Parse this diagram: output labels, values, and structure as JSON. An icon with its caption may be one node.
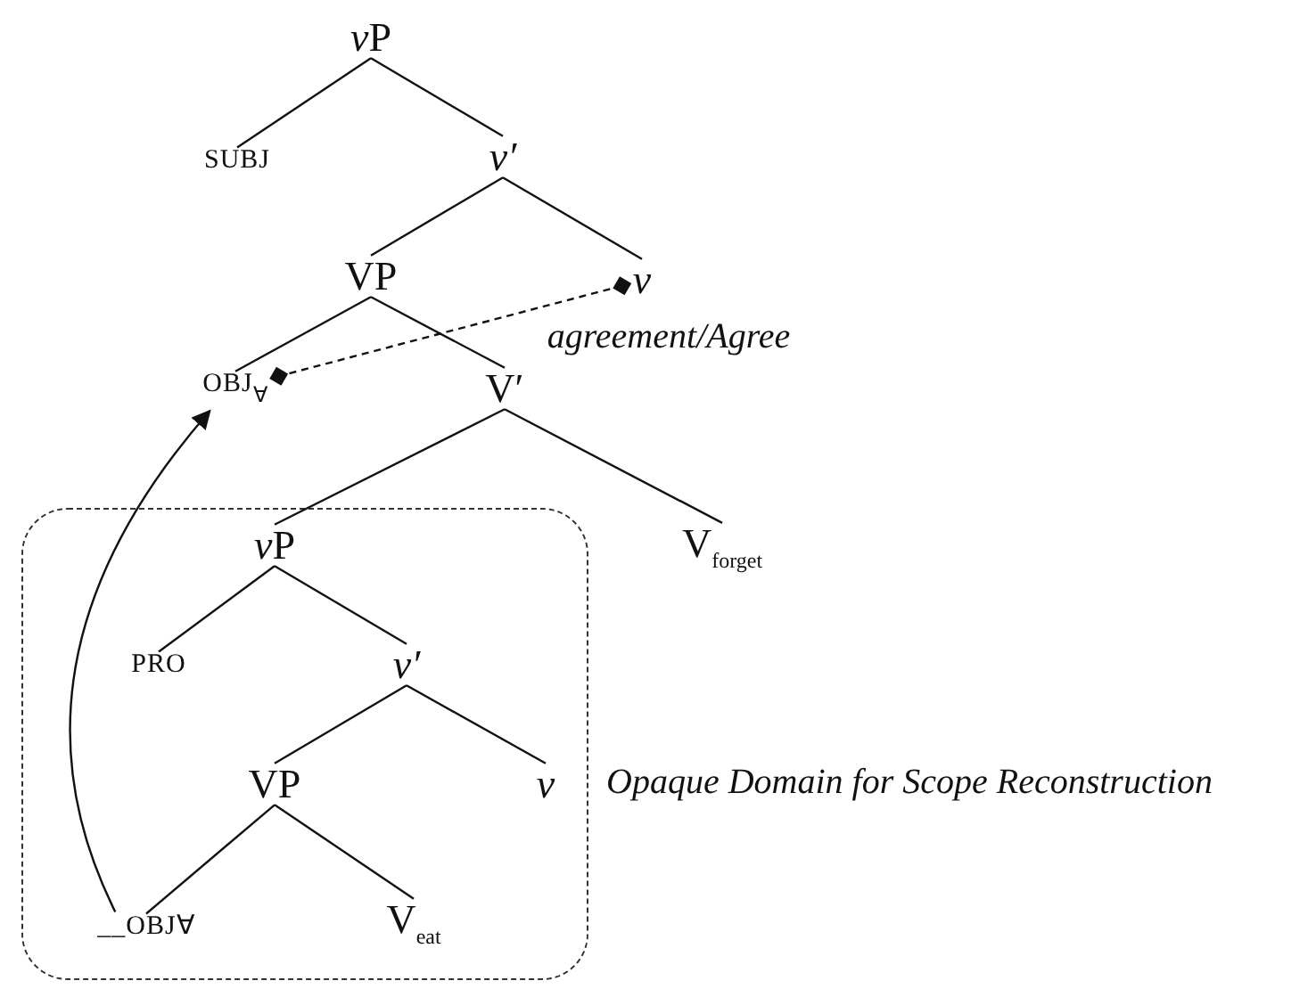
{
  "diagram": {
    "nodes": [
      {
        "text": [
          "vP"
        ]
      },
      {
        "text": [
          "SUBJ"
        ]
      },
      {
        "text": [
          "v′"
        ]
      },
      {
        "text": [
          "VP"
        ]
      },
      {
        "text": [
          "v"
        ]
      },
      {
        "text": [
          "OBJ$_{∀}$"
        ]
      },
      {
        "text": [
          "V′"
        ]
      },
      {
        "text": [
          "V$_{forget}$"
        ]
      },
      {
        "text": [
          "Opaque Domain for Scope Reconstruction"
        ]
      },
      {
        "text": [
          "vP"
        ],
        "in": 8
      },
      {
        "text": [
          "PRO"
        ],
        "in": 8
      },
      {
        "text": [
          "v′"
        ],
        "in": 8
      },
      {
        "text": [
          "VP"
        ],
        "in": 8
      },
      {
        "text": [
          "v"
        ],
        "in": 8
      },
      {
        "text": [
          "__OBJ∀"
        ],
        "in": 8
      },
      {
        "text": [
          "V$_{eat}$"
        ],
        "in": 8
      }
    ],
    "edges": [
      {
        "from": 0,
        "to": 1,
        "arrow": "none"
      },
      {
        "from": 0,
        "to": 2,
        "arrow": "none"
      },
      {
        "from": 2,
        "to": 3,
        "arrow": "none"
      },
      {
        "from": 2,
        "to": 4,
        "arrow": "none"
      },
      {
        "from": 3,
        "to": 5,
        "arrow": "none"
      },
      {
        "from": 3,
        "to": 6,
        "arrow": "none"
      },
      {
        "from": 6,
        "to": 9,
        "arrow": "none"
      },
      {
        "from": 6,
        "to": 7,
        "arrow": "none"
      },
      {
        "from": 9,
        "to": 10,
        "arrow": "none"
      },
      {
        "from": 9,
        "to": 11,
        "arrow": "none"
      },
      {
        "from": 11,
        "to": 12,
        "arrow": "none"
      },
      {
        "from": 11,
        "to": 13,
        "arrow": "none"
      },
      {
        "from": 12,
        "to": 14,
        "arrow": "none"
      },
      {
        "from": 12,
        "to": 15,
        "arrow": "none"
      },
      {
        "from": 4,
        "to": 5,
        "arrow": "other",
        "style": "dashed",
        "label": "agreement/Agree"
      },
      {
        "from": 14,
        "to": 5,
        "arrow": "to"
      }
    ]
  }
}
